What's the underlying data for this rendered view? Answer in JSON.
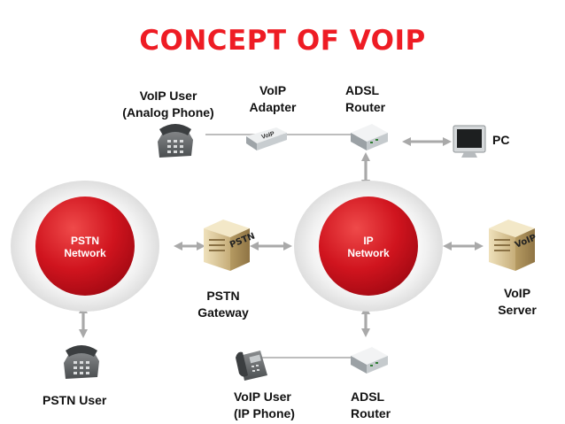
{
  "title": "CONCEPT OF VOIP",
  "colors": {
    "title": "#ee1c24",
    "node_red": "#cc1020",
    "node_glow": "#e8e8e8",
    "line": "#b4b4b4",
    "arrow": "#a8a8a8",
    "device_gray": "#9aa0a4",
    "server_tan": "#d8c49a"
  },
  "icons": {
    "analog_phone": "telephone-icon",
    "ip_phone": "ip-phone-icon",
    "pstn_phone": "telephone-icon",
    "adapter": "voip-adapter-icon",
    "router": "router-icon",
    "pc": "monitor-icon",
    "gateway": "server-icon",
    "voip_server": "server-icon"
  },
  "nodes": {
    "pstn_network": {
      "line1": "PSTN",
      "line2": "Network"
    },
    "ip_network": {
      "line1": "IP",
      "line2": "Network"
    }
  },
  "devices": {
    "adapter_text": "VoIP",
    "gateway_text": "PSTN",
    "server_text": "VoIP"
  },
  "labels": {
    "voip_user_analog": {
      "line1": "VoIP User",
      "line2": "(Analog Phone)"
    },
    "voip_adapter": {
      "line1": "VoIP",
      "line2": "Adapter"
    },
    "adsl_router_top": {
      "line1": "ADSL",
      "line2": "Router"
    },
    "pc": {
      "line1": "PC"
    },
    "pstn_gateway": {
      "line1": "PSTN",
      "line2": "Gateway"
    },
    "voip_server": {
      "line1": "VoIP",
      "line2": "Server"
    },
    "pstn_user": {
      "line1": "PSTN User"
    },
    "voip_user_ip": {
      "line1": "VoIP User",
      "line2": "(IP Phone)"
    },
    "adsl_router_bottom": {
      "line1": "ADSL",
      "line2": "Router"
    }
  }
}
